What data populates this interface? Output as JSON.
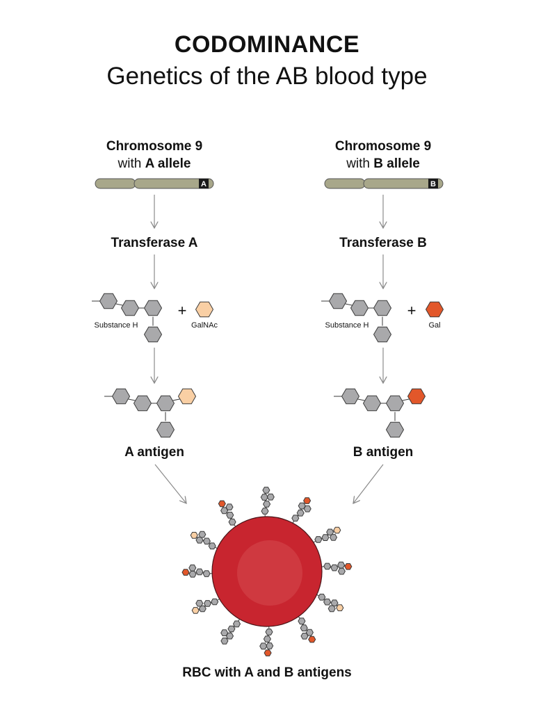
{
  "title": "CODOMINANCE",
  "subtitle": "Genetics of the AB blood type",
  "left": {
    "chromosome_line1": "Chromosome 9",
    "chromosome_line2_prefix": "with ",
    "chromosome_line2_bold": "A allele",
    "allele_mark": "A",
    "enzyme": "Transferase A",
    "substance": "Substance H",
    "plus": "+",
    "sugar": "GalNAc",
    "antigen": "A antigen"
  },
  "right": {
    "chromosome_line1": "Chromosome 9",
    "chromosome_line2_prefix": "with ",
    "chromosome_line2_bold": "B allele",
    "allele_mark": "B",
    "enzyme": "Transferase B",
    "substance": "Substance H",
    "plus": "+",
    "sugar": "Gal",
    "antigen": "B antigen"
  },
  "bottom_label": "RBC with A  and B antigens",
  "colors": {
    "chromosome": "#a8a78a",
    "hexagon": "#a9a9ab",
    "galnac": "#f9cfa4",
    "gal": "#e2572a",
    "rbc": "#c8252f",
    "rbc_highlight": "#d4474d",
    "arrow": "#8a8a8a"
  }
}
